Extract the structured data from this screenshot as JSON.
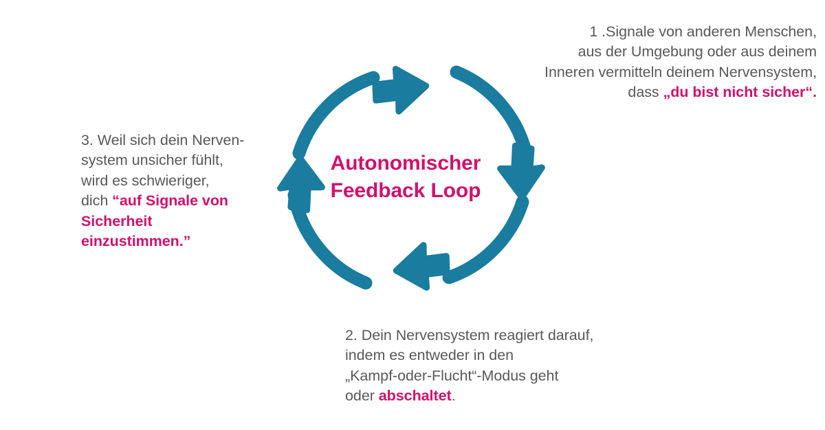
{
  "palette": {
    "teal": "#1A7C9E",
    "magenta": "#D1106C",
    "gray_text": "#58585A",
    "background": "#FFFFFF"
  },
  "diagram": {
    "type": "cycle-loop",
    "direction": "clockwise",
    "segment_count": 4,
    "center_title": {
      "line1": "Autonomischer",
      "line2": "Feedback Loop"
    },
    "arrows": [
      {
        "name": "arrow-top",
        "points": "right"
      },
      {
        "name": "arrow-right",
        "points": "down"
      },
      {
        "name": "arrow-bottom",
        "points": "left"
      },
      {
        "name": "arrow-left",
        "points": "up"
      }
    ]
  },
  "callouts": {
    "step1": {
      "align": "right",
      "lines": [
        [
          {
            "t": "1 .Signale von anderen Menschen,",
            "em": false
          }
        ],
        [
          {
            "t": "aus der Umgebung oder aus deinem",
            "em": false
          }
        ],
        [
          {
            "t": "Inneren vermitteln deinem Nervensystem,",
            "em": false
          }
        ],
        [
          {
            "t": "dass ",
            "em": false
          },
          {
            "t": "„du bist nicht sicher“.",
            "em": true
          }
        ]
      ]
    },
    "step2": {
      "align": "left",
      "lines": [
        [
          {
            "t": "2. Dein Nervensystem reagiert darauf,",
            "em": false
          }
        ],
        [
          {
            "t": "indem es entweder in den",
            "em": false
          }
        ],
        [
          {
            "t": "„Kampf-oder-Flucht“-Modus geht",
            "em": false
          }
        ],
        [
          {
            "t": "oder ",
            "em": false
          },
          {
            "t": "abschaltet",
            "em": true
          },
          {
            "t": ".",
            "em": false
          }
        ]
      ]
    },
    "step3": {
      "align": "left",
      "lines": [
        [
          {
            "t": "3. Weil sich dein Nerven-",
            "em": false
          }
        ],
        [
          {
            "t": "system unsicher fühlt,",
            "em": false
          }
        ],
        [
          {
            "t": "wird es schwieriger,",
            "em": false
          }
        ],
        [
          {
            "t": "dich ",
            "em": false
          },
          {
            "t": "“auf Signale von",
            "em": true
          }
        ],
        [
          {
            "t": "Sicherheit",
            "em": true
          }
        ],
        [
          {
            "t": "einzustimmen.”",
            "em": true
          }
        ]
      ]
    }
  }
}
